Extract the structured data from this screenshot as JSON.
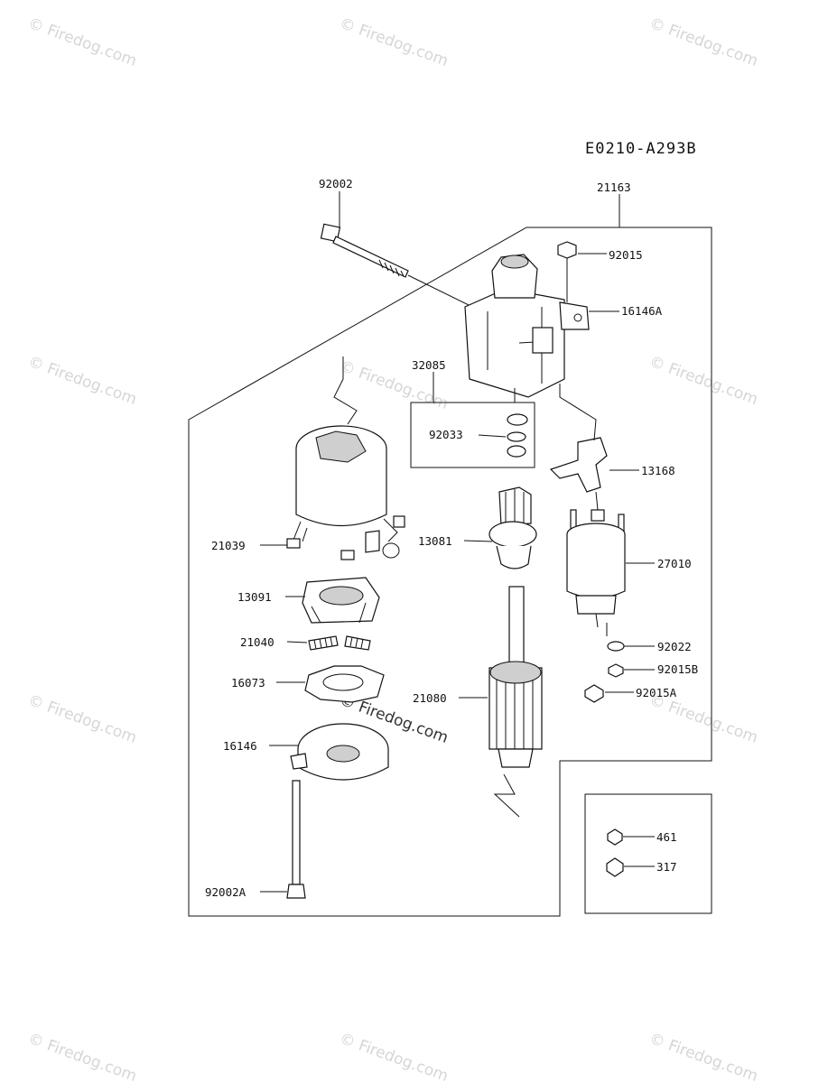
{
  "diagram_code": "E0210-A293B",
  "watermark": "Firedog.com",
  "watermark_symbol": "©",
  "parts": {
    "p92002": "92002",
    "p21163": "21163",
    "p92015": "92015",
    "p16146A": "16146A",
    "p32085": "32085",
    "p92033": "92033",
    "p13168": "13168",
    "p21039": "21039",
    "p13081": "13081",
    "p27010": "27010",
    "p13091": "13091",
    "p21040": "21040",
    "p92022": "92022",
    "p92015B": "92015B",
    "p16073": "16073",
    "p21080": "21080",
    "p92015A": "92015A",
    "p16146": "16146",
    "p461": "461",
    "p317": "317",
    "p92002A": "92002A"
  }
}
